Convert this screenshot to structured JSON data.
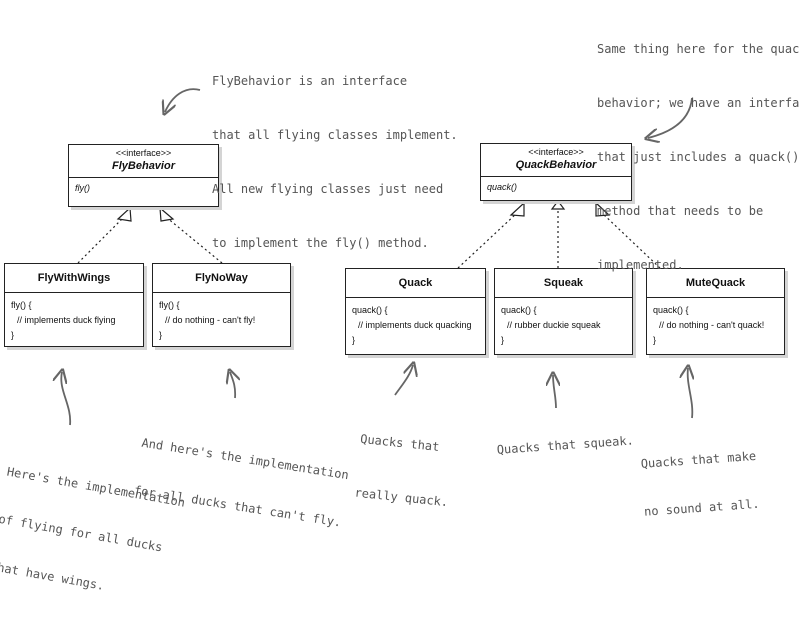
{
  "interfaces": [
    {
      "stereotype": "<<interface>>",
      "name": "FlyBehavior",
      "method": "fly()"
    },
    {
      "stereotype": "<<interface>>",
      "name": "QuackBehavior",
      "method": "quack()"
    }
  ],
  "classes": [
    {
      "name": "FlyWithWings",
      "lines": [
        "fly() {",
        "// implements duck flying",
        "}"
      ]
    },
    {
      "name": "FlyNoWay",
      "lines": [
        "fly() {",
        "// do nothing - can't fly!",
        "}"
      ]
    },
    {
      "name": "Quack",
      "lines": [
        "quack() {",
        "// implements duck quacking",
        "}"
      ]
    },
    {
      "name": "Squeak",
      "lines": [
        "quack() {",
        "// rubber duckie squeak",
        "}"
      ]
    },
    {
      "name": "MuteQuack",
      "lines": [
        "quack() {",
        "// do nothing - can't quack!",
        "}"
      ]
    }
  ],
  "notes": {
    "fly_interface": [
      "FlyBehavior is an interface",
      "that all flying classes implement.",
      "All new flying classes just need",
      "to implement the fly() method."
    ],
    "quack_interface": [
      "Same thing here for the quack",
      "behavior; we have an interface",
      "that just includes a quack()",
      "method that needs to be",
      "implemented."
    ],
    "fly_with_wings": [
      "Here's the implementation",
      "of flying for all ducks",
      "that have wings."
    ],
    "fly_no_way": [
      "And here's the implementation",
      "for all ducks that can't fly."
    ],
    "quack": [
      "Quacks that",
      "really quack."
    ],
    "squeak": [
      "Quacks that squeak."
    ],
    "mute": [
      "Quacks that make",
      "no sound at all."
    ]
  }
}
